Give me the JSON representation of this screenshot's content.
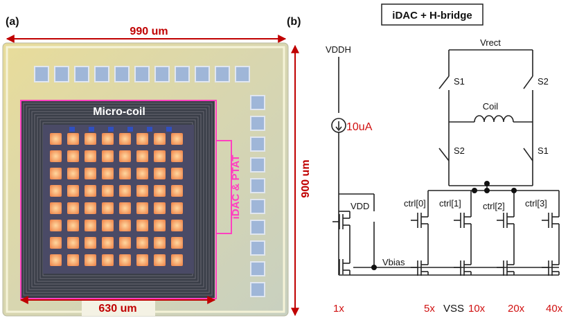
{
  "panel_a": {
    "label": "(a)",
    "width_dim": "990 um",
    "height_dim": "900 um",
    "coil_width_dim": "630 um",
    "coil_label": "Micro-coil",
    "block_label": "iDAC & PTAT",
    "dim_color": "#c00000",
    "highlight_color": "#ff40c0"
  },
  "panel_b": {
    "label": "(b)",
    "title": "iDAC + H-bridge",
    "vddh": "VDDH",
    "vrect": "Vrect",
    "current_source": "10uA",
    "vdd": "VDD",
    "vbias": "Vbias",
    "vss": "VSS",
    "coil": "Coil",
    "switches": [
      "S1",
      "S2",
      "S2",
      "S1"
    ],
    "controls": [
      "ctrl[0]",
      "ctrl[1]",
      "ctrl[2]",
      "ctrl[3]"
    ],
    "multipliers": [
      "1x",
      "5x",
      "10x",
      "20x",
      "40x"
    ],
    "accent_color": "#d01010"
  }
}
